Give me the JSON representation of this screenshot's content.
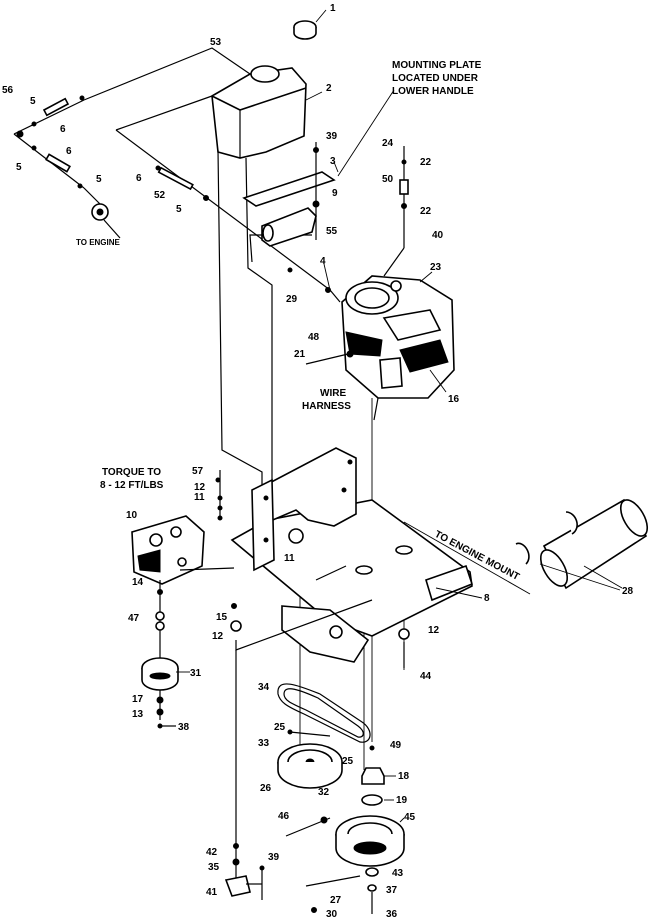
{
  "callouts": [
    "1",
    "2",
    "3",
    "4",
    "5",
    "5",
    "5",
    "5",
    "6",
    "6",
    "6",
    "8",
    "9",
    "10",
    "11",
    "11",
    "12",
    "12",
    "12",
    "13",
    "14",
    "15",
    "16",
    "17",
    "18",
    "19",
    "21",
    "22",
    "22",
    "23",
    "24",
    "25",
    "25",
    "26",
    "27",
    "28",
    "29",
    "30",
    "31",
    "32",
    "33",
    "34",
    "35",
    "36",
    "37",
    "38",
    "39",
    "40",
    "41",
    "42",
    "43",
    "44",
    "45",
    "46",
    "47",
    "48",
    "49",
    "50",
    "52",
    "53",
    "55",
    "56",
    "57"
  ],
  "notes": {
    "mounting_plate_line1": "MOUNTING PLATE",
    "mounting_plate_line2": "LOCATED UNDER",
    "mounting_plate_line3": "LOWER HANDLE",
    "to_engine": "TO ENGINE",
    "wire_harness_line1": "WIRE",
    "wire_harness_line2": "HARNESS",
    "torque_line1": "TORQUE TO",
    "torque_line2": "8 - 12 FT/LBS",
    "to_engine_mount": "TO ENGINE MOUNT"
  },
  "icons": [
    "fuel-tank",
    "fuel-cap",
    "engine",
    "muffler",
    "transmission",
    "pulley",
    "belt",
    "deck-plate",
    "mounting-plate"
  ]
}
